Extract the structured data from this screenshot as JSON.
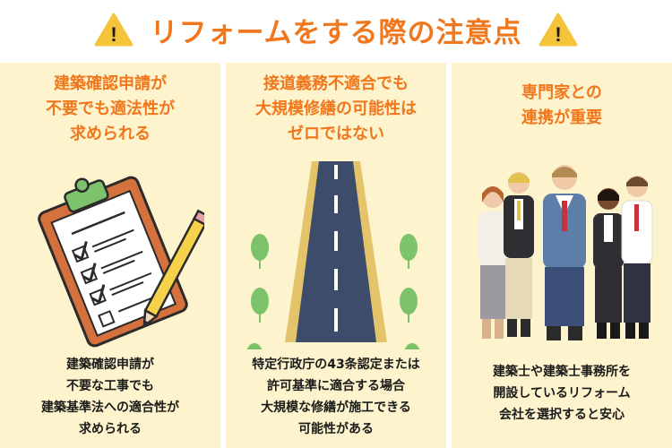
{
  "header": {
    "title": "リフォームをする際の注意点",
    "warning_icon_mark": "!"
  },
  "columns": [
    {
      "heading": [
        "建築確認申請が",
        "不要でも適法性が",
        "求められる"
      ],
      "icon": "clipboard-checklist-icon",
      "body": [
        "建築確認申請が",
        "不要な工事でも",
        "建築基準法への適合性が",
        "求められる"
      ]
    },
    {
      "heading": [
        "接道義務不適合でも",
        "大規模修繕の可能性は",
        "ゼロではない"
      ],
      "icon": "road-icon",
      "body": [
        "特定行政庁の43条認定または",
        "許可基準に適合する場合",
        "大規模な修繕が施工できる",
        "可能性がある"
      ]
    },
    {
      "heading": [
        "専門家との",
        "連携が重要"
      ],
      "icon": "professionals-group-icon",
      "body": [
        "建築士や建築士事務所を",
        "開設しているリフォーム",
        "会社を選択すると安心"
      ]
    }
  ],
  "colors": {
    "accent": "#f0771c",
    "panel": "#fdf3cc",
    "warning": "#f6c43a",
    "road": "#3d4c6b",
    "road_edge": "#e4c46a",
    "tree": "#7cc36b",
    "clipboard": "#d4713c"
  }
}
